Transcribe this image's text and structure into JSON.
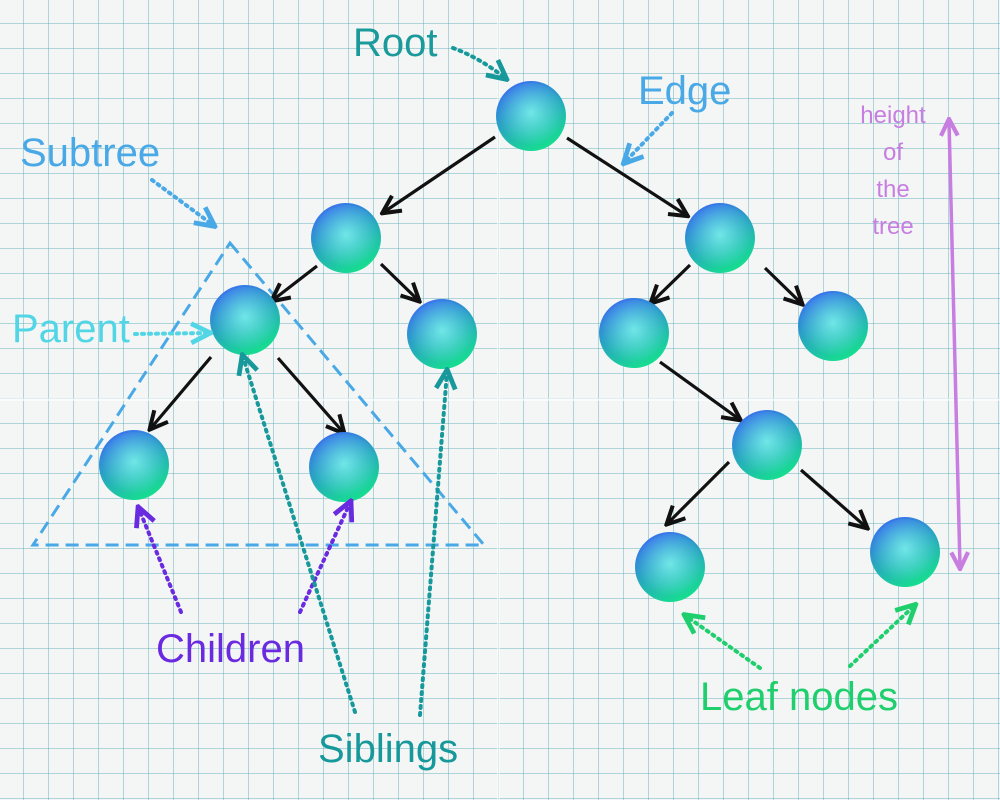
{
  "labels": {
    "root": "Root",
    "edge": "Edge",
    "subtree": "Subtree",
    "parent": "Parent",
    "children": "Children",
    "siblings": "Siblings",
    "leaf_nodes": "Leaf nodes",
    "height_line1": "height",
    "height_line2": "of",
    "height_line3": "the",
    "height_line4": "tree"
  },
  "colors": {
    "root": "#1a9a9a",
    "edge": "#49a8e6",
    "subtree": "#49a8e6",
    "parent": "#52d6e6",
    "children": "#6a2adf",
    "siblings": "#17989a",
    "leaf_nodes": "#1fcf6d",
    "height": "#c77ee0",
    "tree_edges": "#111111",
    "node_gradient_top": "#3a6ff0",
    "node_gradient_bottom": "#14e48a"
  },
  "tree": {
    "nodes": [
      "root",
      "a",
      "b",
      "a1",
      "a2",
      "a1a",
      "a1b",
      "b1",
      "b2",
      "b1r",
      "b1r_l",
      "b1r_r"
    ],
    "edges": [
      [
        "root",
        "a"
      ],
      [
        "root",
        "b"
      ],
      [
        "a",
        "a1"
      ],
      [
        "a",
        "a2"
      ],
      [
        "a1",
        "a1a"
      ],
      [
        "a1",
        "a1b"
      ],
      [
        "b",
        "b1"
      ],
      [
        "b",
        "b2"
      ],
      [
        "b1",
        "b1r"
      ],
      [
        "b1r",
        "b1r_l"
      ],
      [
        "b1r",
        "b1r_r"
      ]
    ]
  }
}
